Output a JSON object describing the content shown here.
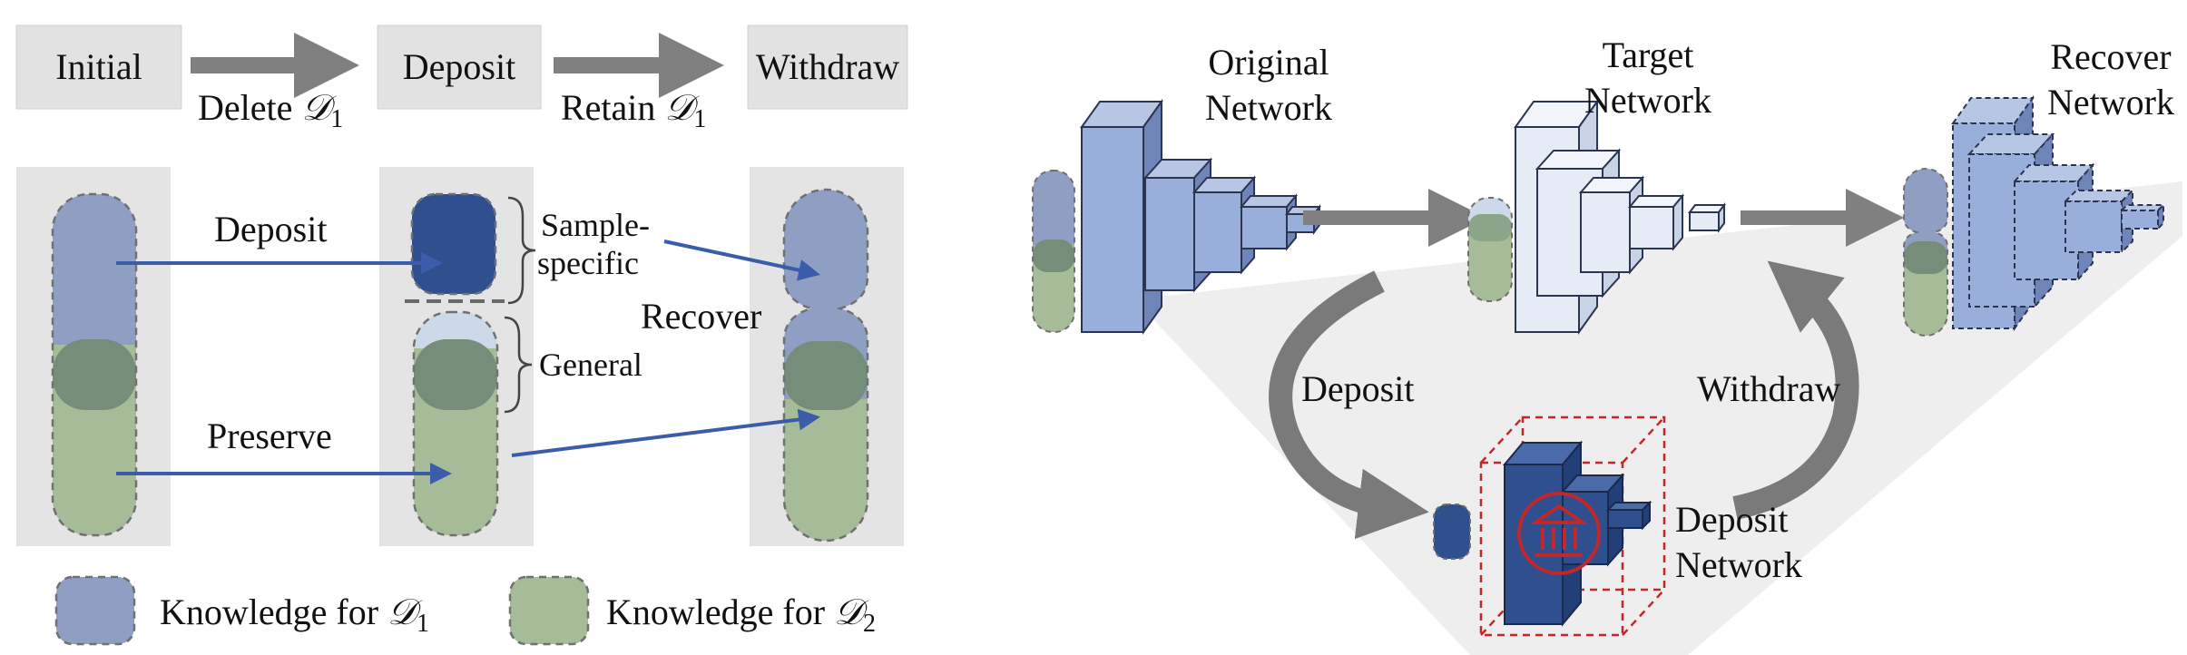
{
  "left_panel": {
    "stages": [
      {
        "label": "Initial"
      },
      {
        "label": "Deposit"
      },
      {
        "label": "Withdraw"
      }
    ],
    "transitions": [
      {
        "label": "Delete ",
        "math": "𝒟",
        "sub": "1"
      },
      {
        "label": "Retain ",
        "math": "𝒟",
        "sub": "1"
      }
    ],
    "flow_labels": {
      "deposit": "Deposit",
      "preserve": "Preserve",
      "recover": "Recover"
    },
    "brace_labels": {
      "sample_specific_line1": "Sample-",
      "sample_specific_line2": "specific",
      "general": "General"
    },
    "legend": [
      {
        "label": "Knowledge for ",
        "math": "𝒟",
        "sub": "1",
        "color": "#8f9fc4"
      },
      {
        "label": "Knowledge for ",
        "math": "𝒟",
        "sub": "2",
        "color": "#a6bc98"
      }
    ]
  },
  "right_panel": {
    "networks": {
      "original": {
        "line1": "Original",
        "line2": "Network"
      },
      "target": {
        "line1": "Target",
        "line2": "Network"
      },
      "recover": {
        "line1": "Recover",
        "line2": "Network"
      },
      "deposit": {
        "line1": "Deposit",
        "line2": "Network"
      }
    },
    "arc_labels": {
      "deposit": "Deposit",
      "withdraw": "Withdraw"
    },
    "icons": [
      "bank-icon"
    ]
  },
  "colors": {
    "knowledge_d1": "#8f9fc4",
    "knowledge_d2": "#a6bc98",
    "overlap": "#758d79",
    "deposit_dark": "#2f4f8f",
    "arrow_blue": "#3b5ca8",
    "arrow_gray": "#808080",
    "panel_gray": "#e4e4e4",
    "network_blue": "#9aaedc",
    "network_light": "#e6ecf6",
    "bank_red": "#c0282b"
  }
}
